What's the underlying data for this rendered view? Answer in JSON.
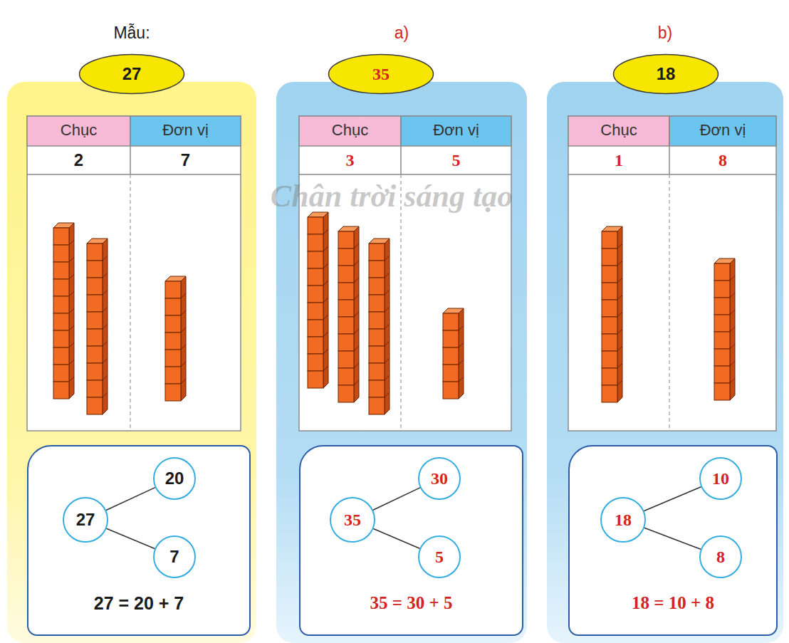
{
  "diagram": {
    "nodes": [
      {
        "text": [
          "Mẫu:"
        ]
      },
      {
        "text": [
          "27"
        ],
        "in": 0
      },
      {
        "text": [
          "27 = 20 + 7"
        ],
        "in": 0
      },
      {
        "text": [
          "27"
        ],
        "in": 2
      },
      {
        "text": [
          "20"
        ],
        "in": 2
      },
      {
        "text": [
          "7"
        ],
        "in": 2
      },
      {
        "text": [
          "a)"
        ]
      },
      {
        "text": [
          "35"
        ],
        "in": 6
      },
      {
        "text": [
          "35 = 30 + 5"
        ],
        "in": 6
      },
      {
        "text": [
          "35"
        ],
        "in": 8
      },
      {
        "text": [
          "30"
        ],
        "in": 8
      },
      {
        "text": [
          "5"
        ],
        "in": 8
      },
      {
        "text": [
          "b)"
        ]
      },
      {
        "text": [
          "18"
        ],
        "in": 12
      },
      {
        "text": [
          "18 = 10 + 8"
        ],
        "in": 12
      },
      {
        "text": [
          "18"
        ],
        "in": 14
      },
      {
        "text": [
          "10"
        ],
        "in": 14
      },
      {
        "text": [
          "8"
        ],
        "in": 14
      }
    ],
    "edges": [
      {
        "from": 3,
        "to": 4,
        "arrow": "none"
      },
      {
        "from": 3,
        "to": 5,
        "arrow": "none"
      },
      {
        "from": 9,
        "to": 10,
        "arrow": "none"
      },
      {
        "from": 9,
        "to": 11,
        "arrow": "none"
      },
      {
        "from": 15,
        "to": 16,
        "arrow": "none"
      },
      {
        "from": 15,
        "to": 17,
        "arrow": "none"
      }
    ],
    "labels": [
      "Chục",
      "Đơn vị",
      "2",
      "7",
      "Chục",
      "Đơn vị",
      "3",
      "5",
      "Chục",
      "Đơn vị",
      "1",
      "8",
      "Chân trời sáng tạo"
    ]
  }
}
